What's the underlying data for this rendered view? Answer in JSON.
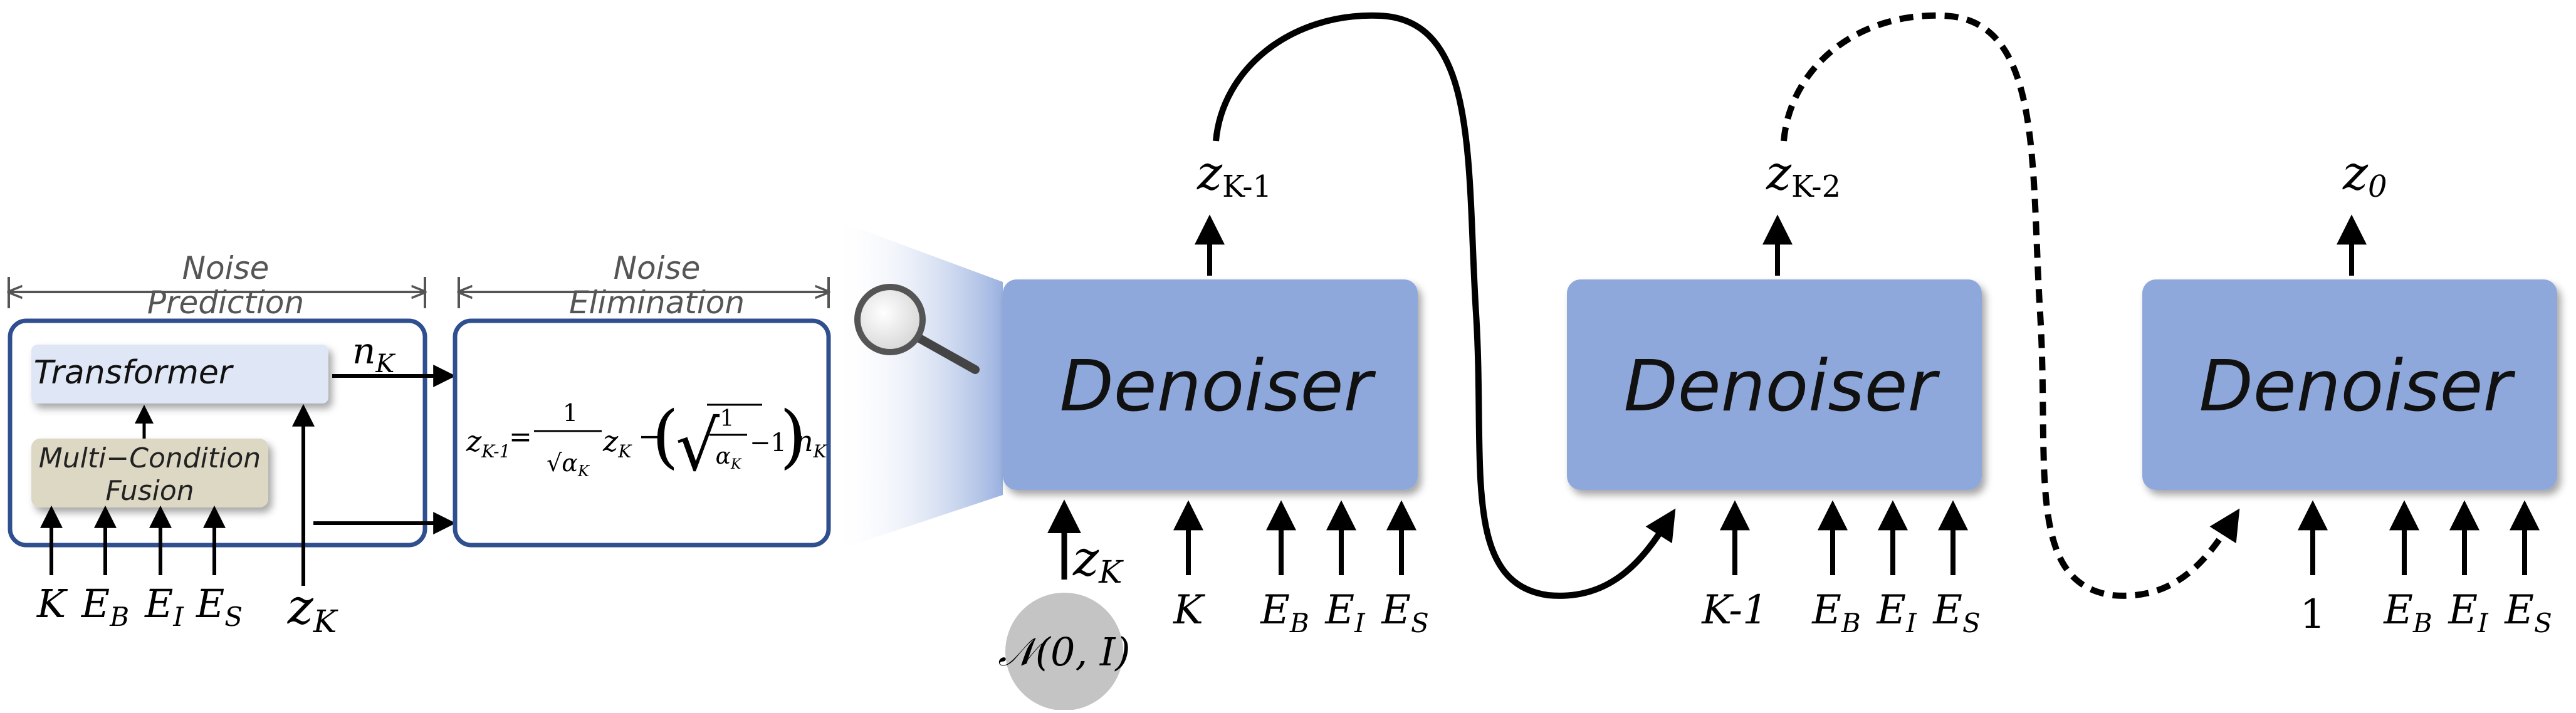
{
  "header_labels": {
    "noise_prediction_line1": "Noise",
    "noise_prediction_line2": "Prediction",
    "noise_elimination_line1": "Noise",
    "noise_elimination_line2": "Elimination"
  },
  "left_module": {
    "transformer_label": "Transformer",
    "fusion_line1": "Multi−Condition",
    "fusion_line2": "Fusion",
    "noise_output": "nK",
    "inputs": [
      "K",
      "EB",
      "EI",
      "ES"
    ],
    "latent_input": "zK",
    "equation": {
      "lhs": "zK-1",
      "eq": "=",
      "frac1_num": "1",
      "frac1_den": "√αK",
      "mid_z": "zK",
      "minus": "−",
      "frac2_num": "1",
      "frac2_den": "αK",
      "minus_one": "−1",
      "tail": "nK"
    }
  },
  "denoisers": [
    {
      "label": "Denoiser",
      "output": "zK-1",
      "inputs": [
        "K",
        "EB",
        "EI",
        "ES"
      ],
      "latent_input": "zK"
    },
    {
      "label": "Denoiser",
      "output": "zK-2",
      "inputs": [
        "K-1",
        "EB",
        "EI",
        "ES"
      ]
    },
    {
      "label": "Denoiser",
      "output": "z0",
      "inputs": [
        "1",
        "EB",
        "EI",
        "ES"
      ]
    }
  ],
  "noise_source": "𝒩(0, I)",
  "colors": {
    "denoiser_fill": "#8fa8dc",
    "frame_border": "#2f4f8f",
    "transformer_fill": "#dfe6f5",
    "fusion_fill": "#ddd8c4",
    "noise_circle": "#c4c4c4",
    "arrow": "#000000",
    "dimension_line": "#555555"
  }
}
